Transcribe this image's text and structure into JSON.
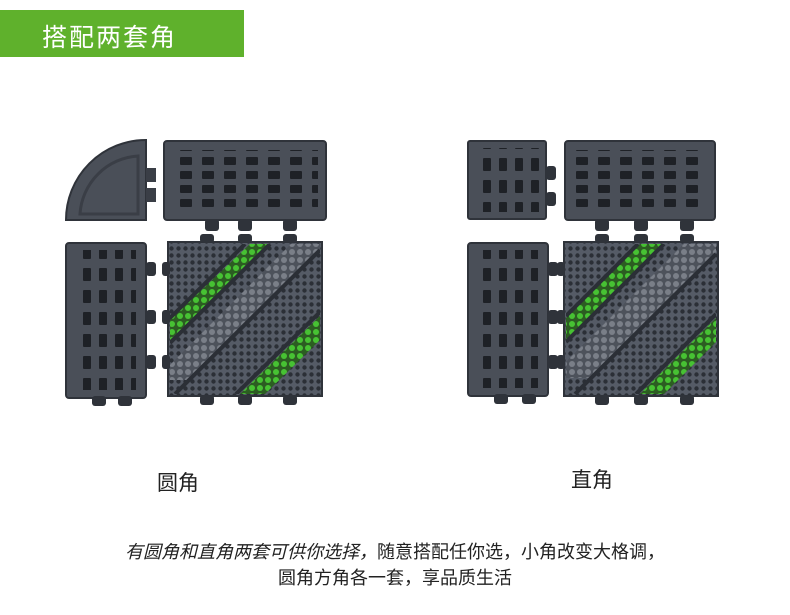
{
  "header": {
    "title": "搭配两套角"
  },
  "captions": {
    "left": "圆角",
    "right": "直角"
  },
  "description": {
    "line1_em": "有圆角和直角两套可供你选择，",
    "line1_rest": "随意搭配任你选，小角改变大格调，",
    "line2": "圆角方角各一套，享品质生活"
  },
  "colors": {
    "accent": "#5fb12c",
    "tile": "#4a4f58",
    "tile_dark": "#2f333a",
    "grass": "#3fae2a"
  }
}
